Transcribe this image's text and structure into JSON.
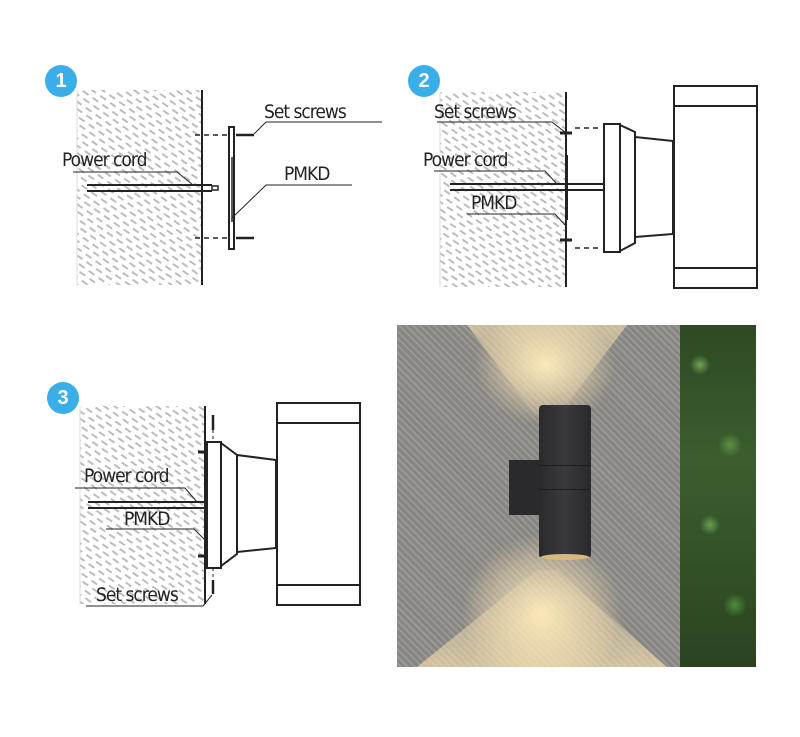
{
  "steps": [
    {
      "number": "1",
      "labels": {
        "set_screws": "Set screws",
        "power_cord": "Power cord",
        "pmkd": "PMKD"
      }
    },
    {
      "number": "2",
      "labels": {
        "set_screws": "Set screws",
        "power_cord": "Power cord",
        "pmkd": "PMKD"
      }
    },
    {
      "number": "3",
      "labels": {
        "set_screws": "Set screws",
        "power_cord": "Power cord",
        "pmkd": "PMKD"
      }
    }
  ],
  "photo": {
    "subject": "up-down-wall-light-installed",
    "light_color": "#ffe8b4"
  },
  "colors": {
    "badge": "#3aaee8",
    "line": "#222222",
    "hatch": "#c8c8c8"
  }
}
